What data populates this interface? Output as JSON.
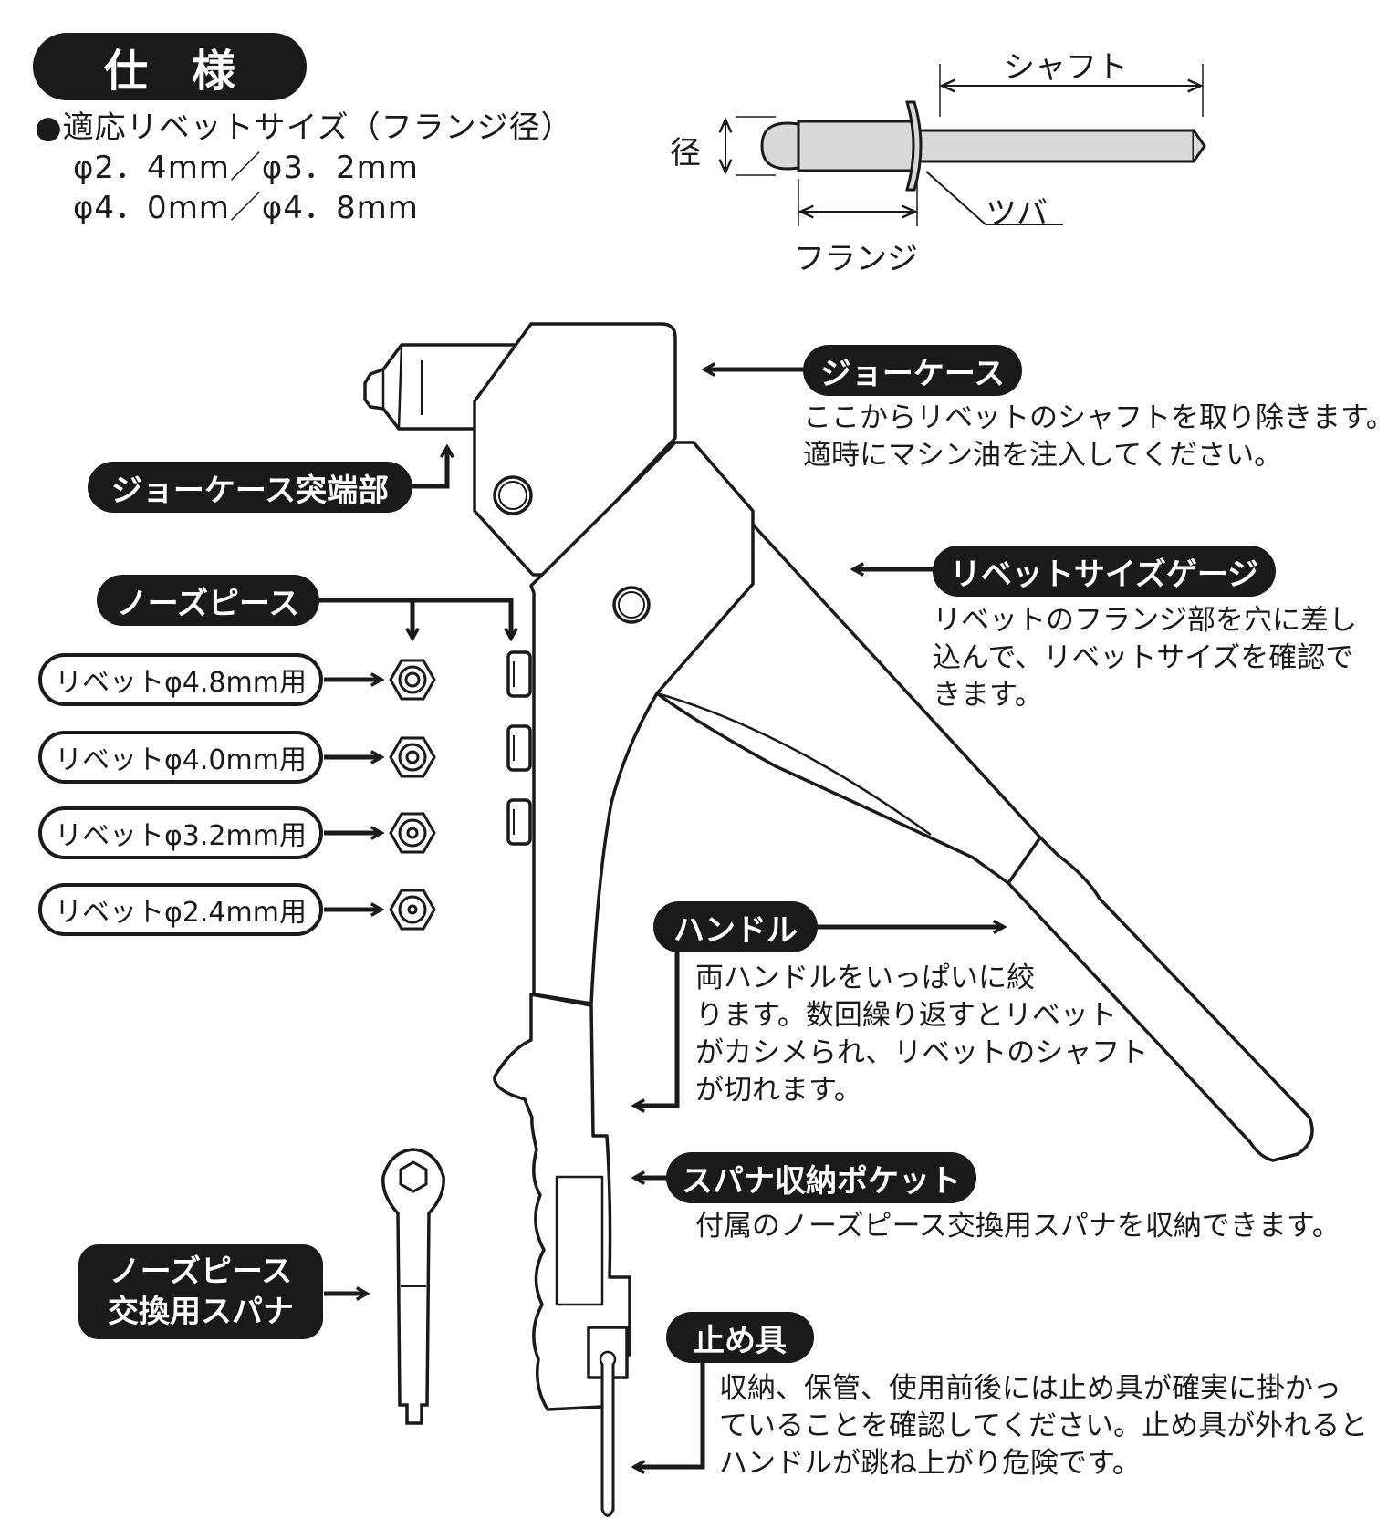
{
  "spec": {
    "title": "仕　様",
    "heading": "●適応リベットサイズ（フランジ径）",
    "line1": "φ2．4mm／φ3．2mm",
    "line2": "φ4．0mm／φ4．8mm"
  },
  "rivet": {
    "shaft": "シャフト",
    "diameter": "径",
    "flange": "フランジ",
    "collar": "ツバ"
  },
  "labels": {
    "jaw_case": {
      "title": "ジョーケース",
      "lines": [
        "ここからリベットのシャフトを取り除きます。",
        "適時にマシン油を注入してください。"
      ]
    },
    "jaw_tip": {
      "title": "ジョーケース突端部"
    },
    "nose_piece": {
      "title": "ノーズピース"
    },
    "gauge": {
      "title": "リベットサイズゲージ",
      "lines": [
        "リベットのフランジ部を穴に差し",
        "込んで、リベットサイズを確認で",
        "きます。"
      ]
    },
    "nose_sizes": [
      "リベットφ4.8mm用",
      "リベットφ4.0mm用",
      "リベットφ3.2mm用",
      "リベットφ2.4mm用"
    ],
    "handle": {
      "title": "ハンドル",
      "lines": [
        "両ハンドルをいっぱいに絞",
        "ります。数回繰り返すとリベット",
        "がカシメられ、リベットのシャフト",
        "が切れます。"
      ]
    },
    "spanner_pocket": {
      "title": "スパナ収納ポケット",
      "lines": [
        "付属のノーズピース交換用スパナを収納できます。"
      ]
    },
    "spanner": {
      "line1": "ノーズピース",
      "line2": "交換用スパナ"
    },
    "lock": {
      "title": "止め具",
      "lines": [
        "収納、保管、使用前後には止め具が確実に掛かっ",
        "ていることを確認してください。止め具が外れると",
        "ハンドルが跳ね上がり危険です。"
      ]
    }
  },
  "colors": {
    "ink": "#1a1a1a",
    "rivet_fill": "#d9d9d9",
    "paper": "#ffffff"
  }
}
